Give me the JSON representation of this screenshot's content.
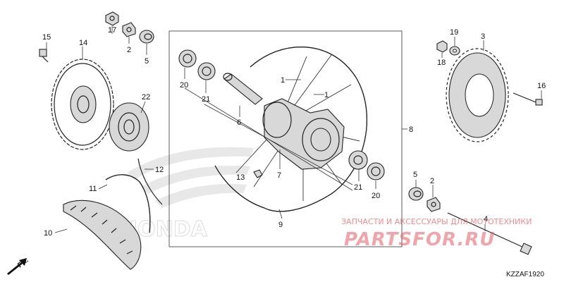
{
  "callouts": [
    {
      "id": "n17",
      "label": "17"
    },
    {
      "id": "n2a",
      "label": "2"
    },
    {
      "id": "n5a",
      "label": "5"
    },
    {
      "id": "n15",
      "label": "15"
    },
    {
      "id": "n14",
      "label": "14"
    },
    {
      "id": "n22",
      "label": "22"
    },
    {
      "id": "n20a",
      "label": "20"
    },
    {
      "id": "n21a",
      "label": "21"
    },
    {
      "id": "n1a",
      "label": "1"
    },
    {
      "id": "n1b",
      "label": "1"
    },
    {
      "id": "n6",
      "label": "6"
    },
    {
      "id": "n7",
      "label": "7"
    },
    {
      "id": "n13",
      "label": "13"
    },
    {
      "id": "n9",
      "label": "9"
    },
    {
      "id": "n21b",
      "label": "21"
    },
    {
      "id": "n20b",
      "label": "20"
    },
    {
      "id": "n8",
      "label": "8"
    },
    {
      "id": "n12",
      "label": "12"
    },
    {
      "id": "n11",
      "label": "11"
    },
    {
      "id": "n10",
      "label": "10"
    },
    {
      "id": "n19",
      "label": "19"
    },
    {
      "id": "n3",
      "label": "3"
    },
    {
      "id": "n18",
      "label": "18"
    },
    {
      "id": "n16",
      "label": "16"
    },
    {
      "id": "n5b",
      "label": "5"
    },
    {
      "id": "n2b",
      "label": "2"
    },
    {
      "id": "n4",
      "label": "4"
    }
  ],
  "brand_mark": "HONDA",
  "watermark_line1": "ЗАПЧАСТИ И АКСЕССУАРЫ ДЛЯ МОТОТЕХНИКИ",
  "watermark_line2": "PARTSFOR.RU",
  "diagram_code": "KZZAF1920",
  "direction_label": "FR."
}
